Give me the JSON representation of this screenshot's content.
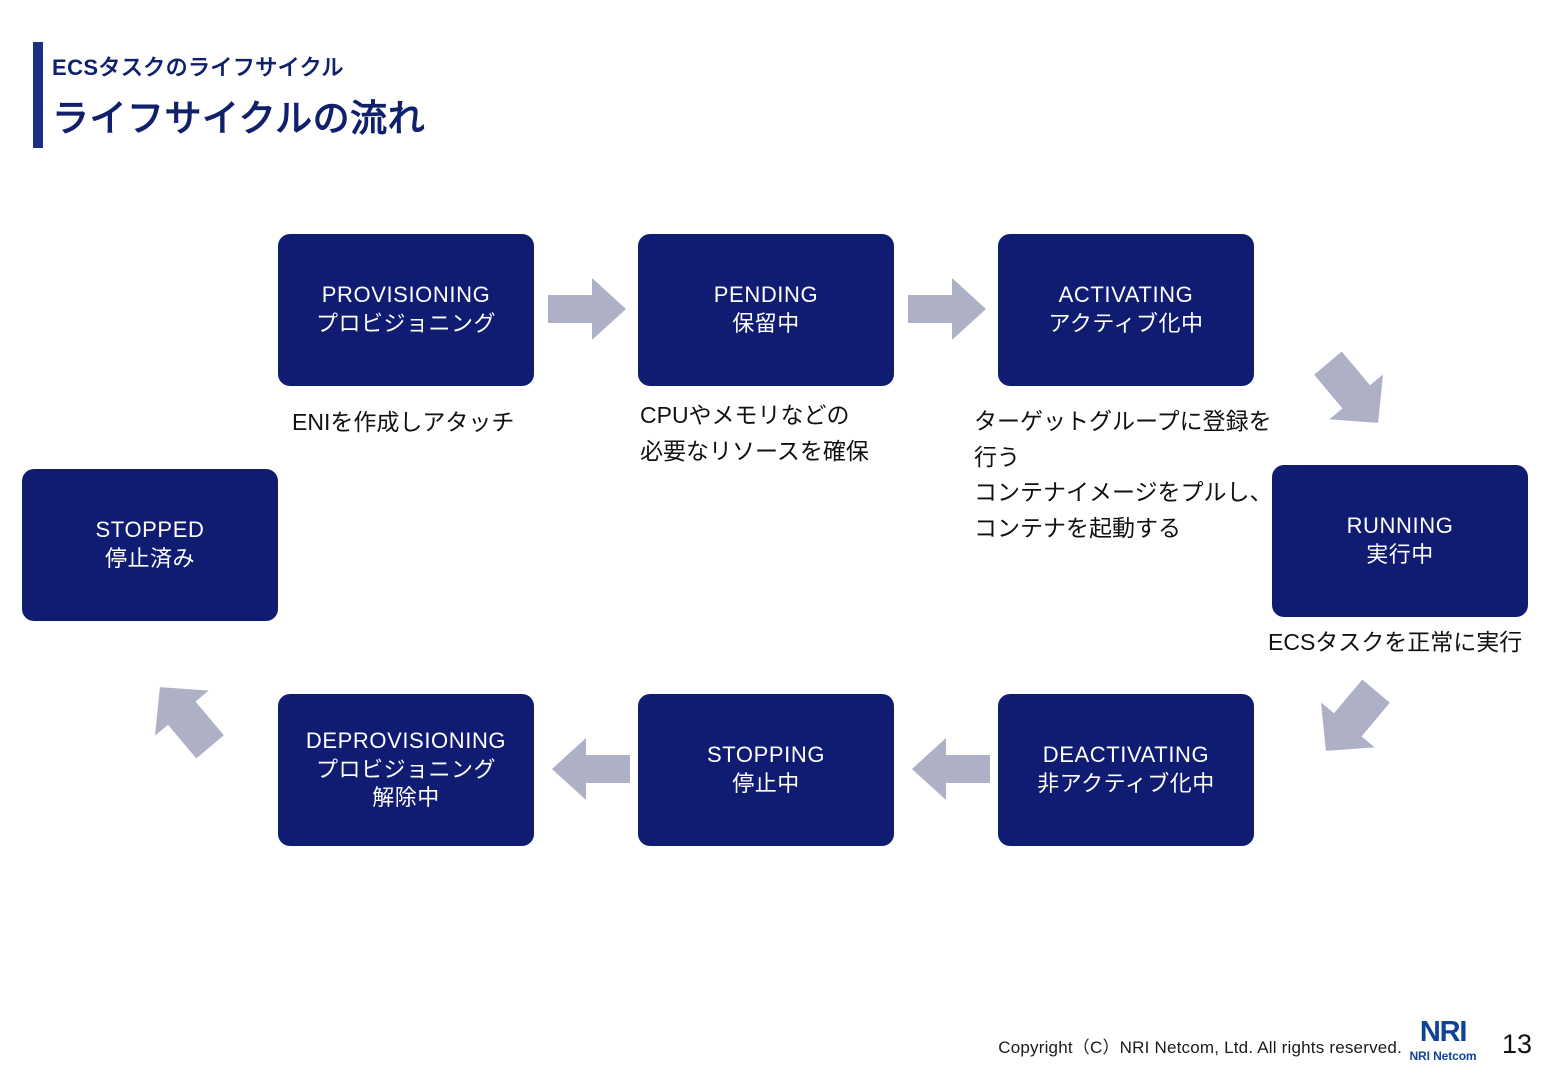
{
  "header": {
    "eyebrow": "ECSタスクのライフサイクル",
    "title": "ライフサイクルの流れ",
    "accent_color": "#1d2f85"
  },
  "theme": {
    "node_fill": "#101c72",
    "node_text": "#ffffff",
    "arrow_fill": "#aeb1c6",
    "caption_text": "#111111",
    "logo_color": "#11429b"
  },
  "diagram": {
    "nodes": [
      {
        "id": "provisioning",
        "en": "PROVISIONING",
        "ja": "プロビジョニング",
        "ja2": ""
      },
      {
        "id": "pending",
        "en": "PENDING",
        "ja": "保留中",
        "ja2": ""
      },
      {
        "id": "activating",
        "en": "ACTIVATING",
        "ja": "アクティブ化中",
        "ja2": ""
      },
      {
        "id": "running",
        "en": "RUNNING",
        "ja": "実行中",
        "ja2": ""
      },
      {
        "id": "deactivating",
        "en": "DEACTIVATING",
        "ja": "非アクティブ化中",
        "ja2": ""
      },
      {
        "id": "stopping",
        "en": "STOPPING",
        "ja": "停止中",
        "ja2": ""
      },
      {
        "id": "deprovisioning",
        "en": "DEPROVISIONING",
        "ja": "プロビジョニング",
        "ja2": "解除中"
      },
      {
        "id": "stopped",
        "en": "STOPPED",
        "ja": "停止済み",
        "ja2": ""
      }
    ],
    "captions": [
      {
        "id": "caption-provisioning",
        "text": "ENIを作成しアタッチ"
      },
      {
        "id": "caption-pending",
        "text": "CPUやメモリなどの\n必要なリソースを確保"
      },
      {
        "id": "caption-activating",
        "text": "ターゲットグループに登録を\n行う\nコンテナイメージをプルし、\nコンテナを起動する"
      },
      {
        "id": "caption-running",
        "text": "ECSタスクを正常に実行"
      }
    ],
    "arrows": [
      {
        "id": "arrow-provisioning-to-pending",
        "direction": "right"
      },
      {
        "id": "arrow-pending-to-activating",
        "direction": "right"
      },
      {
        "id": "arrow-activating-to-running",
        "direction": "down-right"
      },
      {
        "id": "arrow-running-to-deactivating",
        "direction": "down-left"
      },
      {
        "id": "arrow-deactivating-to-stopping",
        "direction": "left"
      },
      {
        "id": "arrow-stopping-to-deprovisioning",
        "direction": "left"
      },
      {
        "id": "arrow-deprovisioning-to-stopped",
        "direction": "up-left"
      }
    ]
  },
  "footer": {
    "copyright": "Copyright（C）NRI Netcom, Ltd. All rights reserved.",
    "logo_mark": "NRI",
    "logo_sub": "NRI Netcom",
    "page_number": "13"
  }
}
